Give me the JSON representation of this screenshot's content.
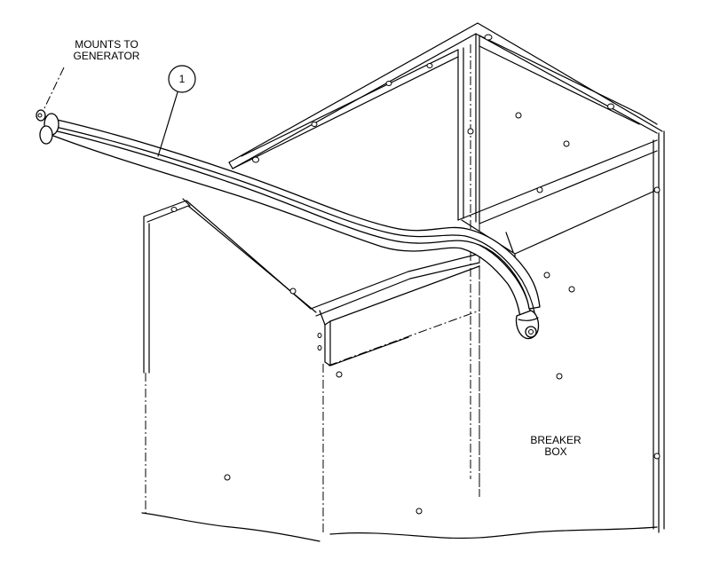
{
  "labels": {
    "mounts_line1": "MOUNTS TO",
    "mounts_line2": "GENERATOR",
    "breaker_line1": "BREAKER",
    "breaker_line2": "BOX"
  },
  "callout": {
    "number": "1"
  },
  "colors": {
    "ink": "#000000",
    "paper": "#ffffff"
  }
}
